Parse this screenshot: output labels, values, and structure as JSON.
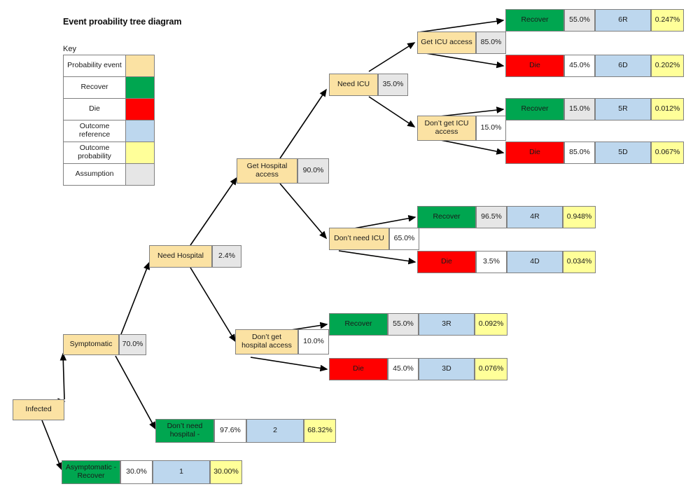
{
  "title": "Event proability tree diagram",
  "key": {
    "heading": "Key",
    "rows": [
      {
        "label": "Probability\nevent",
        "swatch_name": "swatch-probability-event",
        "color": "#FBE2A3"
      },
      {
        "label": "Recover",
        "swatch_name": "swatch-recover",
        "color": "#00A650"
      },
      {
        "label": "Die",
        "swatch_name": "swatch-die",
        "color": "#FF0000"
      },
      {
        "label": "Outcome\nreference",
        "swatch_name": "swatch-outcome-reference",
        "color": "#BDD7EE"
      },
      {
        "label": "Outcome\nprobability",
        "swatch_name": "swatch-outcome-probability",
        "color": "#FFFF99"
      },
      {
        "label": "Assumption",
        "swatch_name": "swatch-assumption",
        "color": "#E6E6E6"
      }
    ]
  },
  "nodes": {
    "infected": {
      "label": "Infected"
    },
    "symptomatic": {
      "label": "Symptomatic",
      "prob": "70.0%"
    },
    "asymptomatic": {
      "label": "Asymptomatic -\nRecover",
      "prob": "30.0%",
      "ref": "1",
      "outcome": "30.00%"
    },
    "need_hospital": {
      "label": "Need Hospital",
      "prob": "2.4%"
    },
    "dont_need_hospital": {
      "label": "Don’t need\nhospital -",
      "prob": "97.6%",
      "ref": "2",
      "outcome": "68.32%"
    },
    "get_hospital": {
      "label": "Get Hospital\naccess",
      "prob": "90.0%"
    },
    "dont_get_hospital": {
      "label": "Don’t get\nhospital access",
      "prob": "10.0%"
    },
    "need_icu": {
      "label": "Need ICU",
      "prob": "35.0%"
    },
    "dont_need_icu": {
      "label": "Don’t need ICU",
      "prob": "65.0%"
    },
    "get_icu": {
      "label": "Get ICU access",
      "prob": "85.0%"
    },
    "dont_get_icu": {
      "label": "Don’t get ICU\naccess",
      "prob": "15.0%"
    }
  },
  "outcomes": {
    "o6r": {
      "label": "Recover",
      "prob": "55.0%",
      "ref": "6R",
      "outcome": "0.247%"
    },
    "o6d": {
      "label": "Die",
      "prob": "45.0%",
      "ref": "6D",
      "outcome": "0.202%"
    },
    "o5r": {
      "label": "Recover",
      "prob": "15.0%",
      "ref": "5R",
      "outcome": "0.012%"
    },
    "o5d": {
      "label": "Die",
      "prob": "85.0%",
      "ref": "5D",
      "outcome": "0.067%"
    },
    "o4r": {
      "label": "Recover",
      "prob": "96.5%",
      "ref": "4R",
      "outcome": "0.948%"
    },
    "o4d": {
      "label": "Die",
      "prob": "3.5%",
      "ref": "4D",
      "outcome": "0.034%"
    },
    "o3r": {
      "label": "Recover",
      "prob": "55.0%",
      "ref": "3R",
      "outcome": "0.092%"
    },
    "o3d": {
      "label": "Die",
      "prob": "45.0%",
      "ref": "3D",
      "outcome": "0.076%"
    }
  },
  "colors": {
    "event": "#FBE2A3",
    "recover": "#00A650",
    "die": "#FF0000",
    "reference": "#BDD7EE",
    "outcome_probability": "#FFFF99",
    "assumption": "#E6E6E6",
    "border": "#808080",
    "connector": "#000000"
  }
}
